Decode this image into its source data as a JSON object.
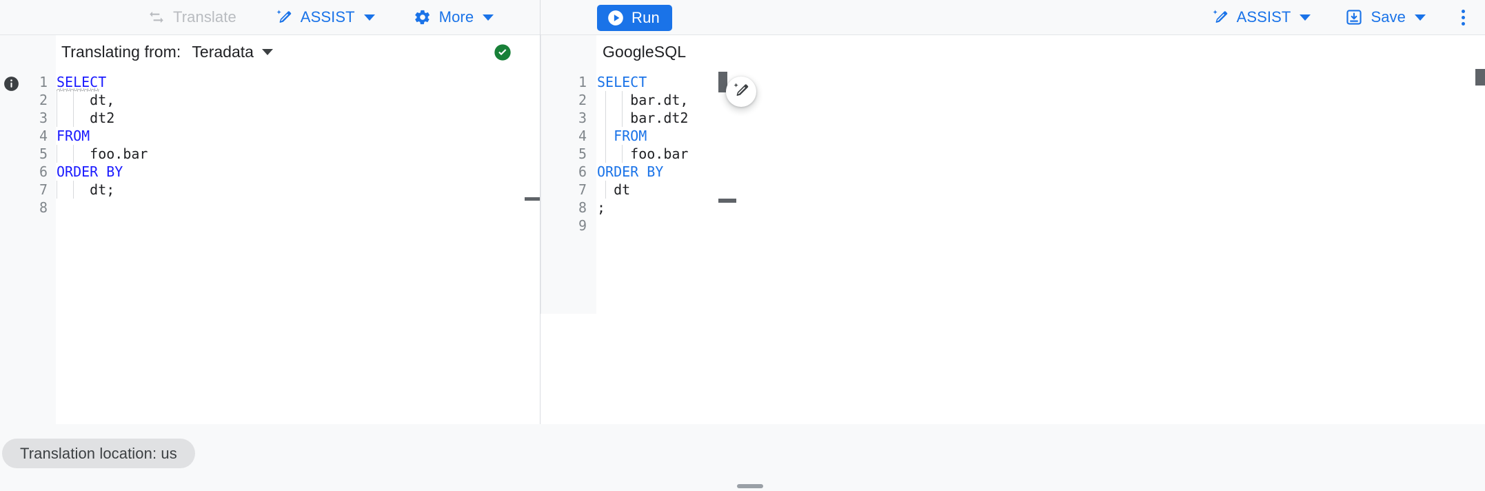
{
  "toolbar": {
    "left_buttons": [
      {
        "id": "translate",
        "label": "Translate",
        "icon": "translate-swap-icon",
        "disabled": true
      },
      {
        "id": "assist-left",
        "label": "ASSIST",
        "icon": "magic-wand-icon",
        "disabled": false,
        "has_caret": true
      },
      {
        "id": "more",
        "label": "More",
        "icon": "gear-icon",
        "disabled": false,
        "has_caret": true
      }
    ],
    "run": {
      "label": "Run",
      "icon": "play-icon",
      "color": "#1a73e8"
    },
    "right_buttons": [
      {
        "id": "assist-right",
        "label": "ASSIST",
        "icon": "magic-wand-icon",
        "has_caret": true
      },
      {
        "id": "save",
        "label": "Save",
        "icon": "save-download-icon",
        "has_caret": true
      }
    ],
    "overflow": {
      "icon": "kebab-menu-icon",
      "label": "More options"
    },
    "accent_color": "#1a73e8",
    "disabled_color": "#b9bcc0"
  },
  "source_panel": {
    "translating_from_label": "Translating from:",
    "dialect": "Teradata",
    "status_icon": "check-circle-icon",
    "status_color": "#188038",
    "info_icon": "info-icon",
    "line_numbers": [
      "1",
      "2",
      "3",
      "4",
      "5",
      "6",
      "7",
      "8"
    ],
    "code_lines": [
      {
        "n": "1",
        "tokens": [
          {
            "t": "SELECT",
            "c": "kw"
          }
        ],
        "squiggly": true
      },
      {
        "n": "2",
        "tokens": [
          {
            "t": "    dt,",
            "c": ""
          }
        ]
      },
      {
        "n": "3",
        "tokens": [
          {
            "t": "    dt2",
            "c": ""
          }
        ]
      },
      {
        "n": "4",
        "tokens": [
          {
            "t": "FROM",
            "c": "kw"
          }
        ]
      },
      {
        "n": "5",
        "tokens": [
          {
            "t": "    foo.bar",
            "c": ""
          }
        ]
      },
      {
        "n": "6",
        "tokens": [
          {
            "t": "ORDER BY",
            "c": "kw"
          }
        ]
      },
      {
        "n": "7",
        "tokens": [
          {
            "t": "    dt;",
            "c": ""
          }
        ]
      },
      {
        "n": "8",
        "tokens": [
          {
            "t": "",
            "c": ""
          }
        ]
      }
    ]
  },
  "target_panel": {
    "dialect": "GoogleSQL",
    "line_numbers": [
      "1",
      "2",
      "3",
      "4",
      "5",
      "6",
      "7",
      "8",
      "9"
    ],
    "code_lines": [
      {
        "n": "1",
        "tokens": [
          {
            "t": "SELECT",
            "c": "kw2"
          }
        ]
      },
      {
        "n": "2",
        "tokens": [
          {
            "t": "    bar.dt,",
            "c": ""
          }
        ]
      },
      {
        "n": "3",
        "tokens": [
          {
            "t": "    bar.dt2",
            "c": ""
          }
        ]
      },
      {
        "n": "4",
        "tokens": [
          {
            "t": "  FROM",
            "c": "kw2"
          }
        ]
      },
      {
        "n": "5",
        "tokens": [
          {
            "t": "    foo.bar",
            "c": ""
          }
        ]
      },
      {
        "n": "6",
        "tokens": [
          {
            "t": "ORDER BY",
            "c": "kw2"
          }
        ]
      },
      {
        "n": "7",
        "tokens": [
          {
            "t": "  dt",
            "c": ""
          }
        ]
      },
      {
        "n": "8",
        "tokens": [
          {
            "t": ";",
            "c": ""
          }
        ]
      },
      {
        "n": "9",
        "tokens": [
          {
            "t": "",
            "c": ""
          }
        ]
      }
    ],
    "fab": {
      "icon": "magic-wand-icon",
      "label": "AI edit"
    }
  },
  "footer": {
    "location_chip": "Translation location: us",
    "drag_handle": "panel-resize-handle"
  }
}
